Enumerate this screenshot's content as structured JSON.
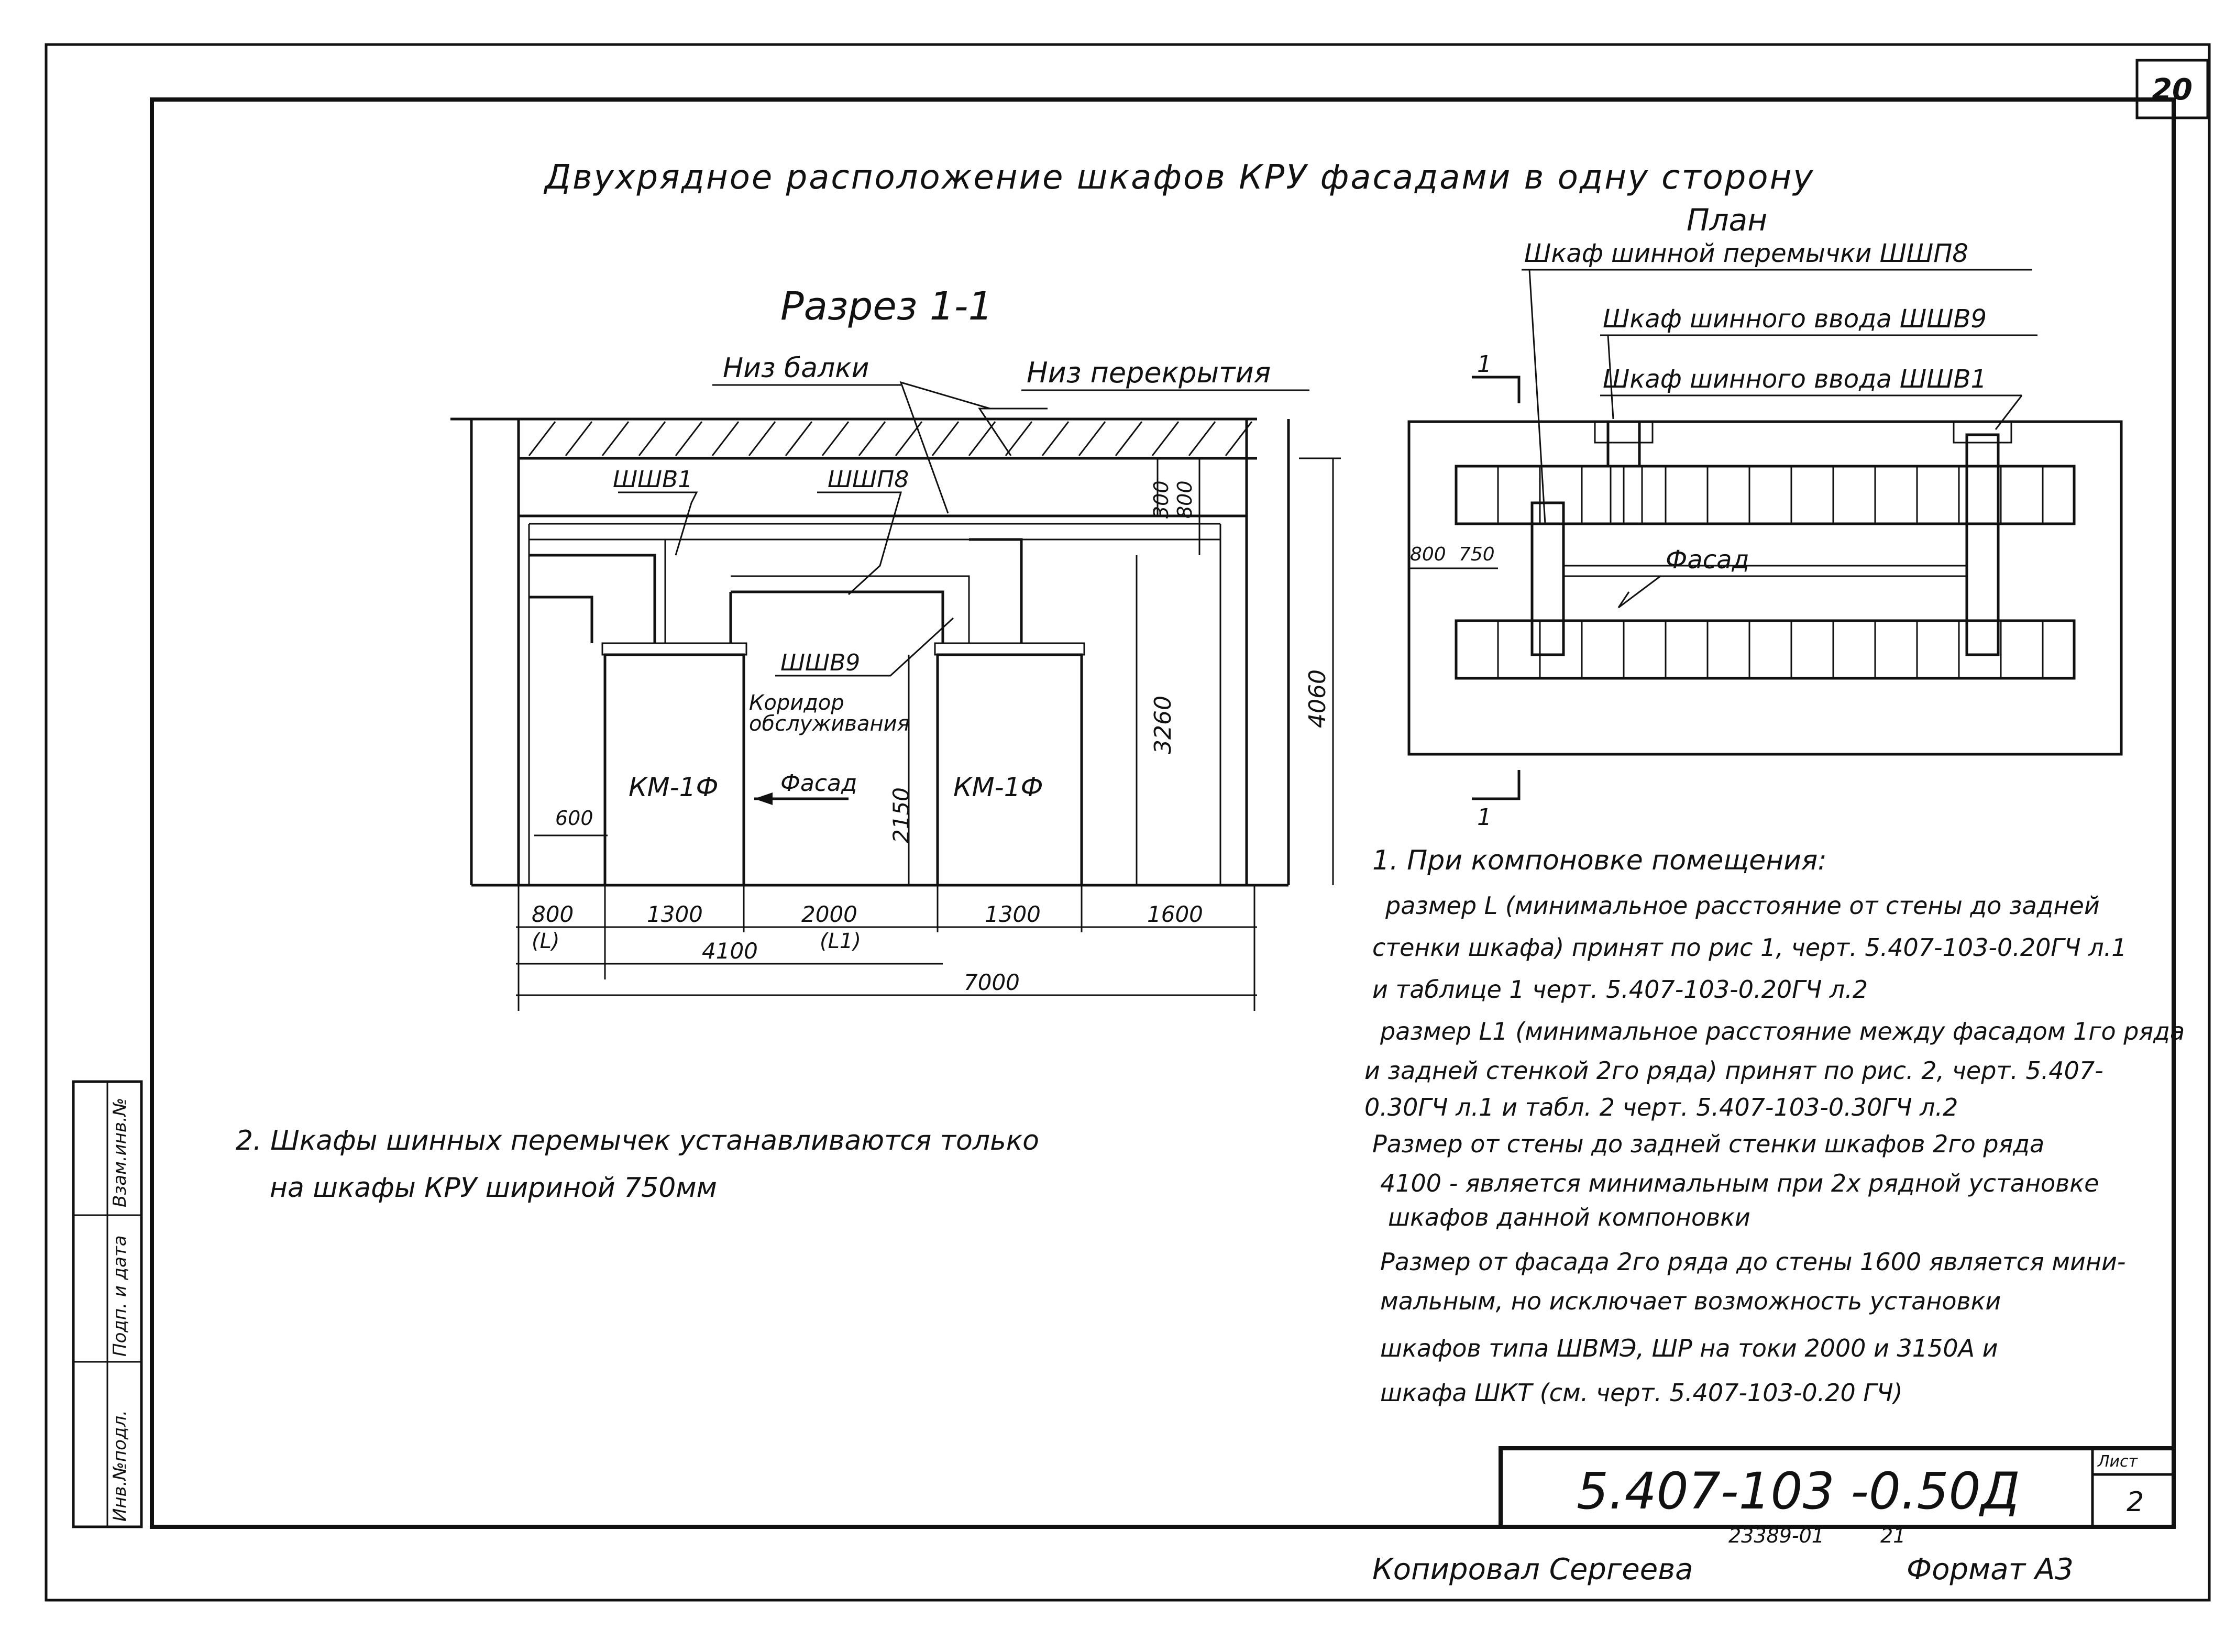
{
  "sheet_number": "20",
  "title": "Двухрядное расположение шкафов КРУ фасадами в одну сторону",
  "section": {
    "title": "Разрез 1-1",
    "labels": {
      "beam_bottom": "Низ балки",
      "ceiling_bottom": "Низ перекрытия",
      "shv1": "ШШВ1",
      "shp8": "ШШП8",
      "shv9": "ШШВ9",
      "corridor_line1": "Коридор",
      "corridor_line2": "обслуживания",
      "facade": "Фасад",
      "km_left": "КМ-1Ф",
      "km_right": "КМ-1Ф"
    },
    "dims": {
      "d300": "300",
      "d800_top": "800",
      "d3260": "3260",
      "d4060": "4060",
      "d2150": "2150",
      "d600": "600",
      "d800": "800",
      "d1300a": "1300",
      "d2000": "2000",
      "d1300b": "1300",
      "d1600": "1600",
      "L": "(L)",
      "L1": "(L1)",
      "d4100": "4100",
      "d7000": "7000"
    }
  },
  "plan": {
    "title": "План",
    "labels": {
      "shp8": "Шкаф шинной перемычки ШШП8",
      "shv9": "Шкаф шинного ввода ШШВ9",
      "shv1": "Шкаф шинного ввода ШШВ1",
      "facade": "Фасад",
      "cut_mark_top": "1",
      "cut_mark_bottom": "1"
    },
    "dims": {
      "d800": "800",
      "d750": "750"
    }
  },
  "notes": {
    "n1_heading": "1. При компоновке помещения:",
    "n1_lines": [
      "размер L (минимальное расстояние от стены до задней",
      "стенки шкафа) принят по рис 1, черт. 5.407-103-0.20ГЧ л.1",
      "и таблице 1 черт. 5.407-103-0.20ГЧ л.2",
      "размер L1 (минимальное расстояние между фасадом 1го ряда",
      "и задней стенкой 2го ряда) принят по рис. 2, черт. 5.407-",
      "0.30ГЧ л.1 и табл. 2 черт. 5.407-103-0.30ГЧ л.2",
      "Размер от стены до задней стенки шкафов 2го ряда",
      "4100 - является минимальным при 2х рядной установке",
      "шкафов данной компоновки",
      "Размер от фасада 2го ряда до стены 1600 является мини-",
      "мальным, но исключает возможность установки",
      "шкафов типа ШВМЭ, ШР на токи 2000 и 3150А и",
      "шкафа ШКТ (см. черт. 5.407-103-0.20 ГЧ)"
    ],
    "n2_lines": [
      "2. Шкафы шинных перемычек устанавливаются только",
      "на шкафы КРУ шириной 750мм"
    ]
  },
  "title_block": {
    "code": "5.407-103 -0.50Д",
    "sheet_label": "Лист",
    "sheet": "2",
    "inventory": "23389-01",
    "page": "21",
    "copied_by": "Копировал Сергеева",
    "format": "Формат А3"
  },
  "side_stamp": {
    "inv_orig": "Инв.№подл.",
    "sign_date": "Подп. и дата",
    "inv_replace": "Взам.инв.№"
  }
}
